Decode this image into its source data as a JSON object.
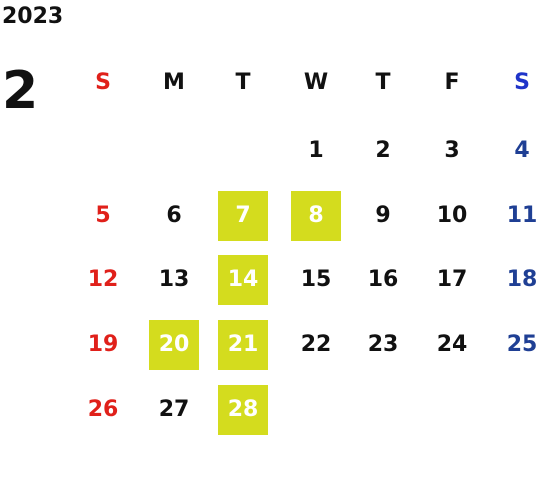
{
  "calendar": {
    "year": "2023",
    "month": "2",
    "weekdays": [
      "S",
      "M",
      "T",
      "W",
      "T",
      "F",
      "S"
    ],
    "weeks": [
      [
        null,
        null,
        null,
        1,
        2,
        3,
        4
      ],
      [
        5,
        6,
        7,
        8,
        9,
        10,
        11
      ],
      [
        12,
        13,
        14,
        15,
        16,
        17,
        18
      ],
      [
        19,
        20,
        21,
        22,
        23,
        24,
        25
      ],
      [
        26,
        27,
        28,
        null,
        null,
        null,
        null
      ]
    ],
    "highlighted_days": [
      7,
      8,
      14,
      20,
      21,
      28
    ],
    "colors": {
      "sunday": "#e0201a",
      "saturday": "#1f3f94",
      "saturday_header": "#1f34c9",
      "weekday": "#111111",
      "highlight_bg": "#d4dc1e",
      "highlight_text": "#ffffff"
    }
  }
}
